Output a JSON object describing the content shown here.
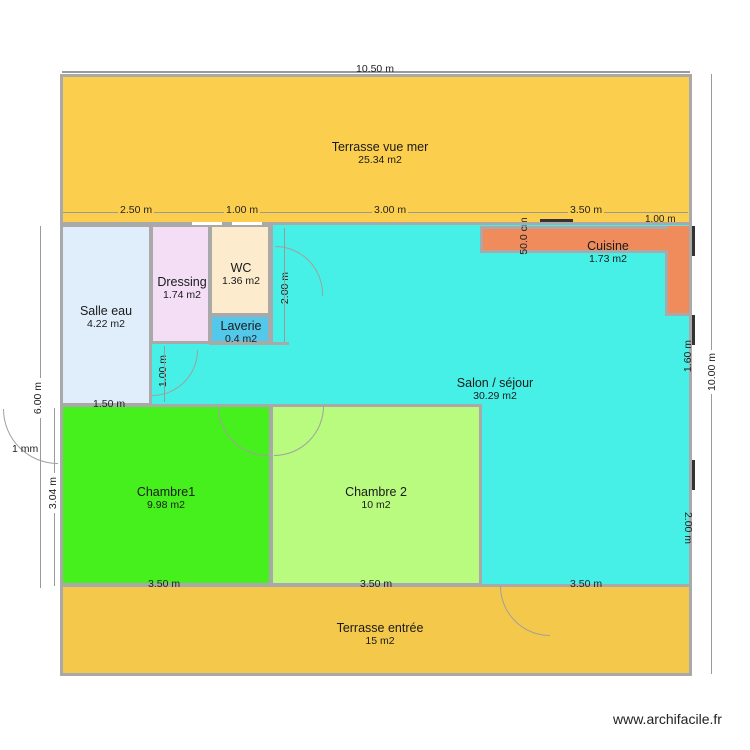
{
  "plan": {
    "rooms": [
      {
        "id": "terrasse-vue-mer",
        "name": "Terrasse vue mer",
        "area": "25.34 m2",
        "color": "#fbcf4d"
      },
      {
        "id": "salle-eau",
        "name": "Salle eau",
        "area": "4.22 m2",
        "color": "#e0eefb"
      },
      {
        "id": "dressing",
        "name": "Dressing",
        "area": "1.74 m2",
        "color": "#f3def6"
      },
      {
        "id": "wc",
        "name": "WC",
        "area": "1.36 m2",
        "color": "#fcebcc"
      },
      {
        "id": "laverie",
        "name": "Laverie",
        "area": "0.4 m2",
        "color": "#52c9ea"
      },
      {
        "id": "cuisine",
        "name": "Cuisine",
        "area": "1.73 m2",
        "color": "#f08b5b"
      },
      {
        "id": "salon",
        "name": "Salon / séjour",
        "area": "30.29 m2",
        "color": "#46f0e6"
      },
      {
        "id": "chambre1",
        "name": "Chambre1",
        "area": "9.98 m2",
        "color": "#46f01c"
      },
      {
        "id": "chambre2",
        "name": "Chambre 2",
        "area": "10 m2",
        "color": "#b8fb7e"
      },
      {
        "id": "terrasse-entree",
        "name": "Terrasse entrée",
        "area": "15 m2",
        "color": "#f4c84a"
      }
    ],
    "dimensions": {
      "top_total": "10.50 m",
      "top_salle_eau": "2.50 m",
      "top_wc": "1.00 m",
      "top_salon": "3.00 m",
      "top_cuisine": "3.50 m",
      "top_right": "1.00 m",
      "cuisine_depth": "50.0 cm",
      "wc_laverie_height": "2.00 m",
      "dressing_door": "1.00 m",
      "salle_eau_bottom": "1.50 m",
      "left_total": "6.00 m",
      "chambre1_height": "3.04 m",
      "outside_door": "1 mm",
      "right_total": "10.00 m",
      "right_window1": "1.60 m",
      "right_window2": "2.00 m",
      "bottom_chambre1": "3.50 m",
      "bottom_chambre2": "3.50 m",
      "bottom_salon": "3.50 m"
    },
    "colors": {
      "wall": "#a9a9a9",
      "dimension_line": "#9a9a9a",
      "window": "#333333"
    }
  },
  "footer": {
    "watermark": "www.archifacile.fr"
  }
}
